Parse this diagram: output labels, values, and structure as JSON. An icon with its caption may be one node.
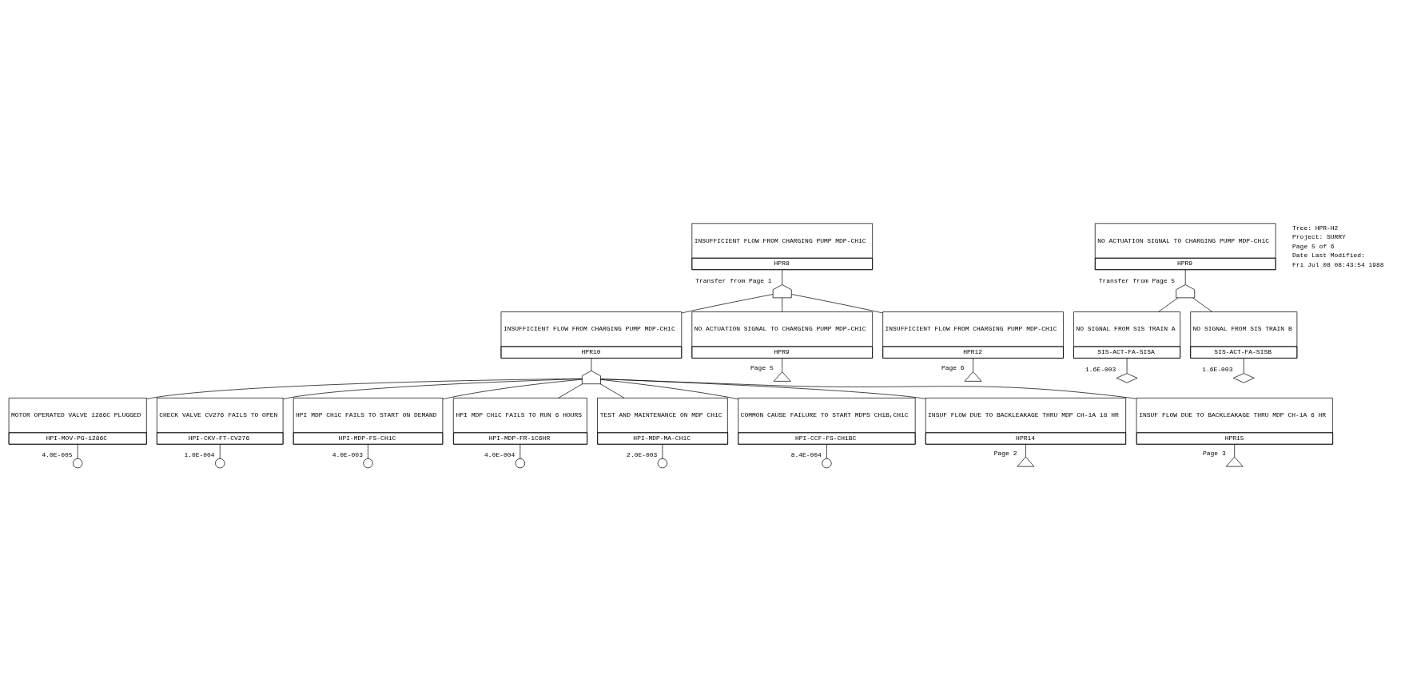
{
  "diagram": {
    "nodes": [
      {
        "text": [
          "INSUFFICIENT FLOW FROM CHARGING PUMP MDP-CH1C",
          "HPR8"
        ]
      },
      {
        "text": [],
        "shape": "gate",
        "beside": [
          "Transfer from Page 1"
        ]
      },
      {
        "text": [
          "INSUFFICIENT FLOW FROM CHARGING PUMP MDP-CH1C",
          "HPR10"
        ]
      },
      {
        "text": [
          "NO ACTUATION SIGNAL TO CHARGING PUMP MDP-CH1C",
          "HPR9"
        ]
      },
      {
        "text": [],
        "shape": "triangle",
        "beside": [
          "Page 5"
        ]
      },
      {
        "text": [
          "INSUFFICIENT FLOW FROM CHARGING PUMP MDP-CH1C",
          "HPR12"
        ]
      },
      {
        "text": [],
        "shape": "triangle",
        "beside": [
          "Page 6"
        ]
      },
      {
        "text": [],
        "shape": "gate"
      },
      {
        "text": [
          "MOTOR OPERATED VALVE 1286C PLUGGED",
          "HPI-MOV-PG-1286C"
        ]
      },
      {
        "text": [],
        "shape": "circle",
        "beside": [
          "4.0E-005"
        ]
      },
      {
        "text": [
          "CHECK VALVE CV276 FAILS TO OPEN",
          "HPI-CKV-FT-CV276"
        ]
      },
      {
        "text": [],
        "shape": "circle",
        "beside": [
          "1.0E-004"
        ]
      },
      {
        "text": [
          "HPI MDP CH1C FAILS TO START ON DEMAND",
          "HPI-MDP-FS-CH1C"
        ]
      },
      {
        "text": [],
        "shape": "circle",
        "beside": [
          "4.0E-003"
        ]
      },
      {
        "text": [
          "HPI MDP CH1C FAILS TO RUN 6 HOURS",
          "HPI-MDP-FR-1C6HR"
        ]
      },
      {
        "text": [],
        "shape": "circle",
        "beside": [
          "4.0E-004"
        ]
      },
      {
        "text": [
          "TEST AND MAINTENANCE ON MDP CH1C",
          "HPI-MDP-MA-CH1C"
        ]
      },
      {
        "text": [],
        "shape": "circle",
        "beside": [
          "2.0E-003"
        ]
      },
      {
        "text": [
          "COMMON CAUSE FAILURE TO START MDPS CH1B,CH1C",
          "HPI-CCF-FS-CH1BC"
        ]
      },
      {
        "text": [],
        "shape": "circle",
        "beside": [
          "8.4E-004"
        ]
      },
      {
        "text": [
          "INSUF FLOW DUE TO BACKLEAKAGE THRU MDP CH-1A 18 HR",
          "HPR14"
        ]
      },
      {
        "text": [],
        "shape": "triangle",
        "beside": [
          "Page 2"
        ]
      },
      {
        "text": [
          "INSUF FLOW DUE TO BACKLEAKAGE THRU MDP CH-1A 6 HR",
          "HPR15"
        ]
      },
      {
        "text": [],
        "shape": "triangle",
        "beside": [
          "Page 3"
        ]
      },
      {
        "text": [
          "NO ACTUATION SIGNAL TO CHARGING PUMP MDP-CH1C",
          "HPR9"
        ]
      },
      {
        "text": [],
        "shape": "gate",
        "beside": [
          "Transfer from Page 5"
        ]
      },
      {
        "text": [
          "NO SIGNAL FROM SIS TRAIN A",
          "SIS-ACT-FA-SISA"
        ]
      },
      {
        "text": [],
        "shape": "diamond",
        "beside": [
          "1.6E-003"
        ]
      },
      {
        "text": [
          "NO SIGNAL FROM SIS TRAIN B",
          "SIS-ACT-FA-SISB"
        ]
      },
      {
        "text": [],
        "shape": "diamond",
        "beside": [
          "1.6E-003"
        ]
      }
    ],
    "edges": [
      {
        "from": 0,
        "to": 1,
        "arrow": "none"
      },
      {
        "from": 1,
        "to": 2,
        "arrow": "none"
      },
      {
        "from": 1,
        "to": 3,
        "arrow": "none"
      },
      {
        "from": 1,
        "to": 5,
        "arrow": "none"
      },
      {
        "from": 3,
        "to": 4,
        "arrow": "none"
      },
      {
        "from": 5,
        "to": 6,
        "arrow": "none"
      },
      {
        "from": 2,
        "to": 7,
        "arrow": "none"
      },
      {
        "from": 7,
        "to": 8,
        "arrow": "none"
      },
      {
        "from": 7,
        "to": 10,
        "arrow": "none"
      },
      {
        "from": 7,
        "to": 12,
        "arrow": "none"
      },
      {
        "from": 7,
        "to": 14,
        "arrow": "none"
      },
      {
        "from": 7,
        "to": 16,
        "arrow": "none"
      },
      {
        "from": 7,
        "to": 18,
        "arrow": "none"
      },
      {
        "from": 7,
        "to": 20,
        "arrow": "none"
      },
      {
        "from": 7,
        "to": 22,
        "arrow": "none"
      },
      {
        "from": 8,
        "to": 9,
        "arrow": "none"
      },
      {
        "from": 10,
        "to": 11,
        "arrow": "none"
      },
      {
        "from": 12,
        "to": 13,
        "arrow": "none"
      },
      {
        "from": 14,
        "to": 15,
        "arrow": "none"
      },
      {
        "from": 16,
        "to": 17,
        "arrow": "none"
      },
      {
        "from": 18,
        "to": 19,
        "arrow": "none"
      },
      {
        "from": 20,
        "to": 21,
        "arrow": "none"
      },
      {
        "from": 22,
        "to": 23,
        "arrow": "none"
      },
      {
        "from": 24,
        "to": 25,
        "arrow": "none"
      },
      {
        "from": 25,
        "to": 26,
        "arrow": "none"
      },
      {
        "from": 25,
        "to": 28,
        "arrow": "none"
      },
      {
        "from": 26,
        "to": 27,
        "arrow": "none"
      },
      {
        "from": 28,
        "to": 29,
        "arrow": "none"
      }
    ],
    "labels": [
      "Tree: HPR-H2",
      "Project: SURRY",
      "Page 5 of 6",
      "Date Last Modified:",
      "Fri Jul 08 08:43:54 1988"
    ]
  }
}
